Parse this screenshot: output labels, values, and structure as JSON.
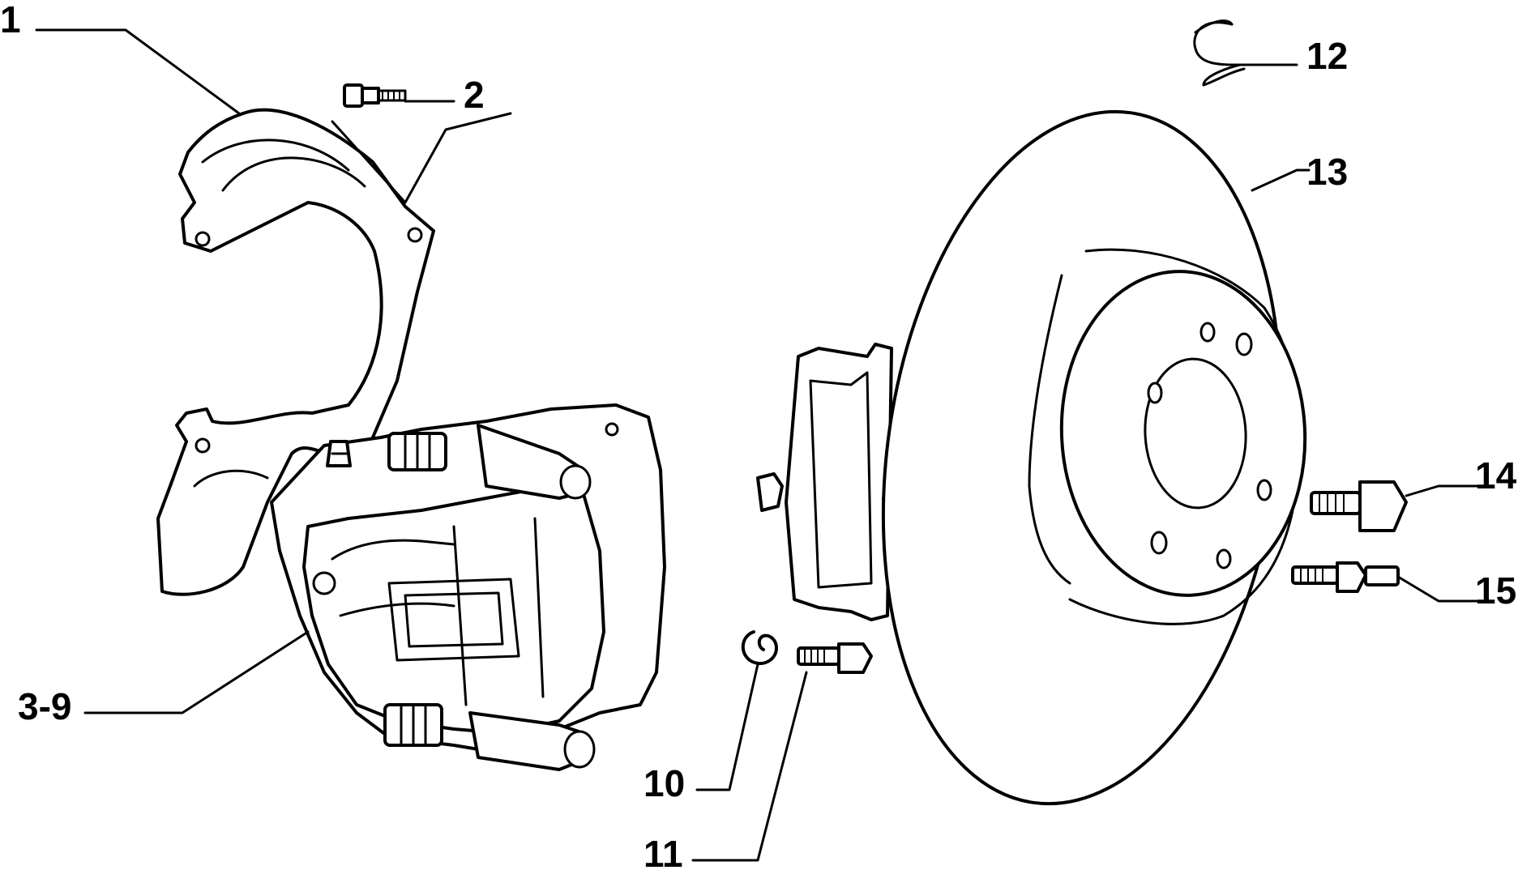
{
  "diagram": {
    "callouts": {
      "c1": "1",
      "c2": "2",
      "c3_9": "3-9",
      "c10": "10",
      "c11": "11",
      "c12": "12",
      "c13": "13",
      "c14": "14",
      "c15": "15"
    },
    "colors": {
      "line": "#000000",
      "background": "#ffffff"
    }
  }
}
